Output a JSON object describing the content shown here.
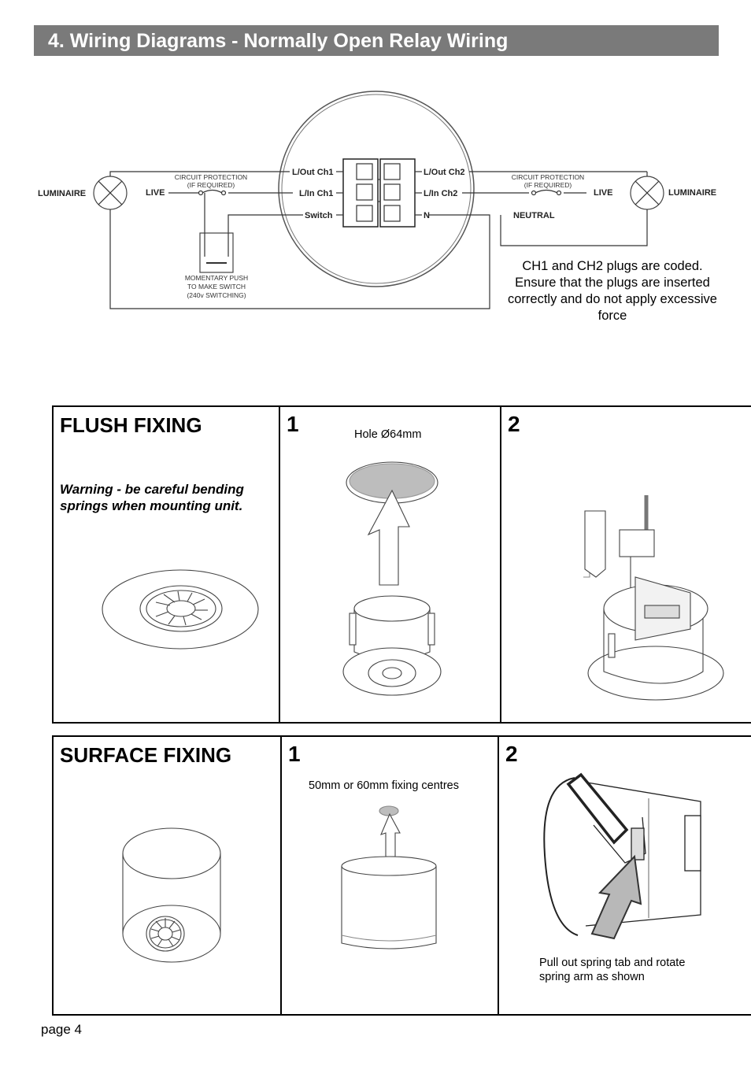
{
  "section_heading": "4.  Wiring Diagrams - Normally Open Relay Wiring",
  "wiring": {
    "luminaire_left": "LUMINAIRE",
    "luminaire_right": "LUMINAIRE",
    "live_left": "LIVE",
    "live_right": "LIVE",
    "neutral": "NEUTRAL",
    "protection_left_1": "CIRCUIT PROTECTION",
    "protection_left_2": "(IF REQUIRED)",
    "protection_right_1": "CIRCUIT PROTECTION",
    "protection_right_2": "(IF REQUIRED)",
    "terminal_l_out_ch1": "L/Out Ch1",
    "terminal_l_in_ch1": "L/In Ch1",
    "terminal_switch": "Switch",
    "terminal_l_out_ch2": "L/Out Ch2",
    "terminal_l_in_ch2": "L/In Ch2",
    "terminal_n": "N",
    "switch_label_1": "MOMENTARY PUSH",
    "switch_label_2": "TO MAKE SWITCH",
    "switch_label_3": "(240v SWITCHING)",
    "note": "CH1 and CH2 plugs are coded. Ensure that the plugs are inserted correctly and do not apply excessive force"
  },
  "flush": {
    "title": "FLUSH FIXING",
    "warning": "Warning - be careful bending springs when mounting unit.",
    "step1_num": "1",
    "step1_caption": "Hole Ø64mm",
    "step2_num": "2"
  },
  "surface": {
    "title": "SURFACE FIXING",
    "step1_num": "1",
    "step1_caption": "50mm or 60mm fixing centres",
    "step2_num": "2",
    "step2_caption_1": "Pull out spring tab and rotate",
    "step2_caption_2": "spring arm as shown"
  },
  "footer": {
    "page": "page 4"
  }
}
